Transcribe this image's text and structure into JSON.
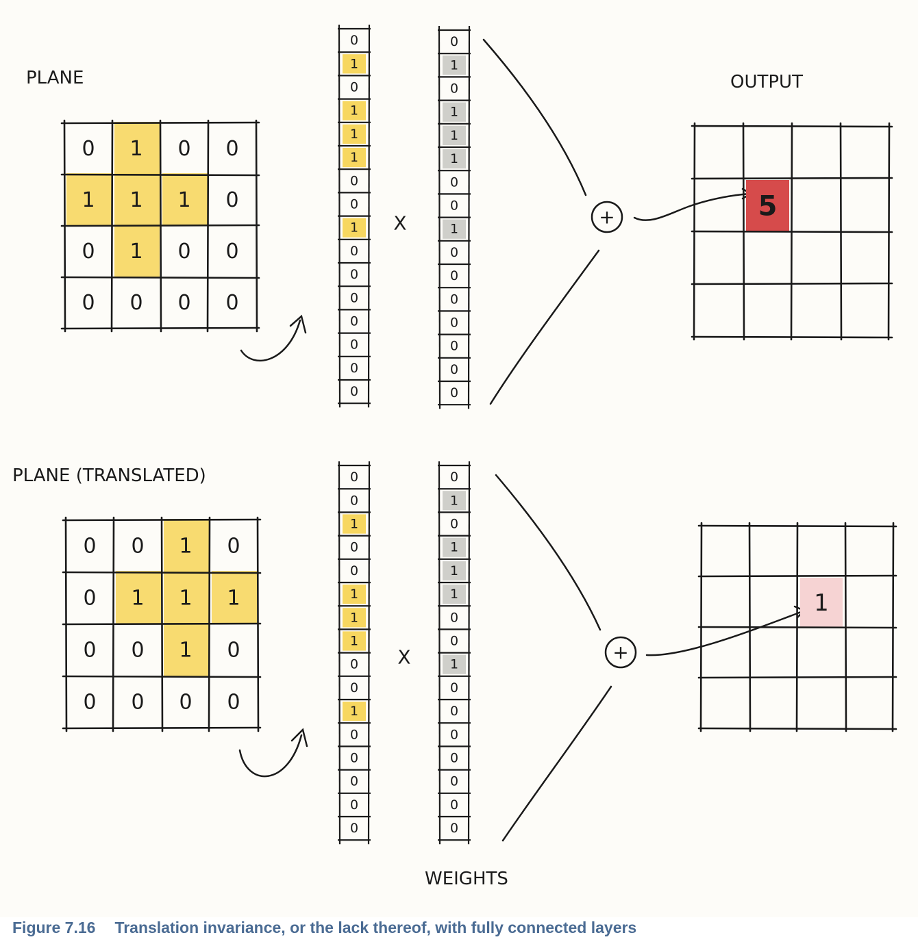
{
  "labels": {
    "plane": "PLANE",
    "plane_translated": "PLANE (TRANSLATED)",
    "output": "OUTPUT",
    "weights": "WEIGHTS",
    "times": "X",
    "plus": "+"
  },
  "caption": {
    "number": "Figure 7.16",
    "text": "Translation invariance, or the lack thereof, with fully connected layers"
  },
  "colors": {
    "highlight_yellow": "#f7d760",
    "weight_gray": "#cfcfca",
    "output_red": "#d64b4b",
    "output_pink": "#f6d3d3",
    "ink": "#1a1a1a",
    "caption_blue": "#4a6b93"
  },
  "top": {
    "plane": [
      [
        0,
        1,
        0,
        0
      ],
      [
        1,
        1,
        1,
        0
      ],
      [
        0,
        1,
        0,
        0
      ],
      [
        0,
        0,
        0,
        0
      ]
    ],
    "input_vector": [
      0,
      1,
      0,
      1,
      1,
      1,
      0,
      0,
      1,
      0,
      0,
      0,
      0,
      0,
      0,
      0
    ],
    "weights_vector": [
      0,
      1,
      0,
      1,
      1,
      1,
      0,
      0,
      1,
      0,
      0,
      0,
      0,
      0,
      0,
      0
    ],
    "output_value": "5"
  },
  "bottom": {
    "plane": [
      [
        0,
        0,
        1,
        0
      ],
      [
        0,
        1,
        1,
        1
      ],
      [
        0,
        0,
        1,
        0
      ],
      [
        0,
        0,
        0,
        0
      ]
    ],
    "input_vector": [
      0,
      0,
      1,
      0,
      0,
      1,
      1,
      1,
      0,
      0,
      1,
      0,
      0,
      0,
      0,
      0
    ],
    "weights_vector": [
      0,
      1,
      0,
      1,
      1,
      1,
      0,
      0,
      1,
      0,
      0,
      0,
      0,
      0,
      0,
      0
    ],
    "output_value": "1"
  }
}
